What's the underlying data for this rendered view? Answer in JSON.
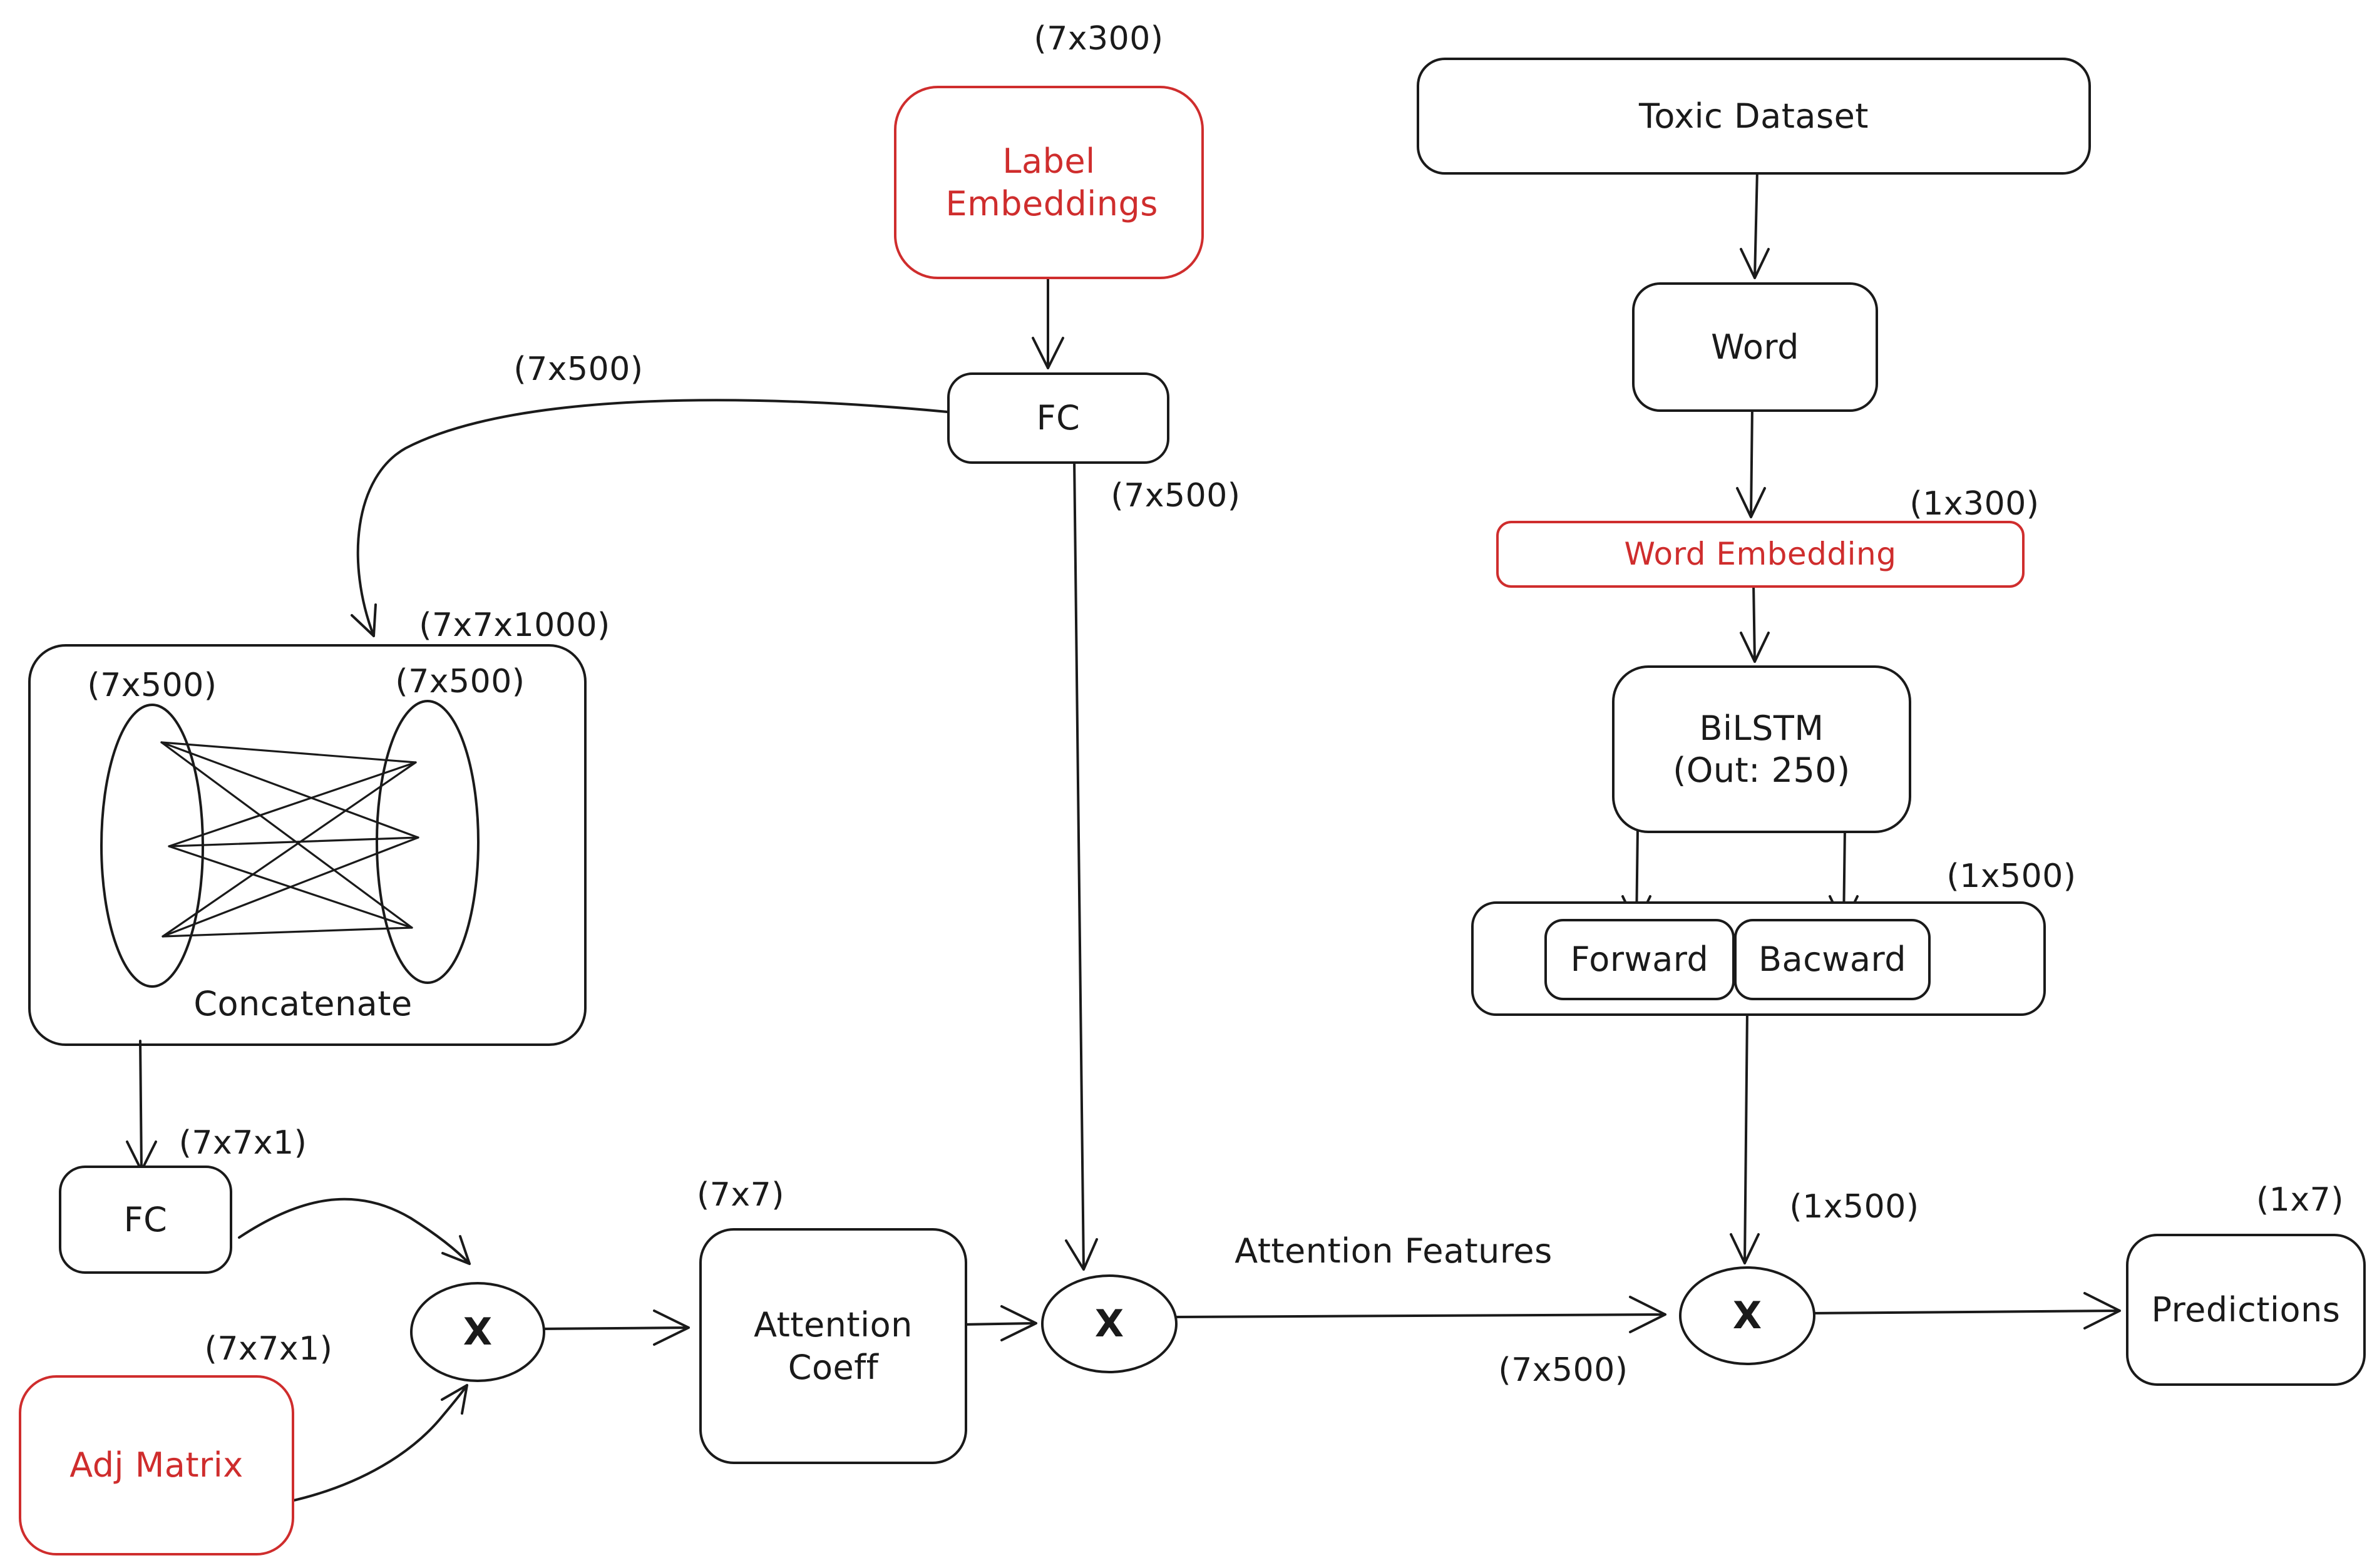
{
  "colors": {
    "ink": "#1a1a1a",
    "accent_red": "#cf2d2d",
    "background": "#ffffff"
  },
  "nodes": {
    "label_embeddings": {
      "label": "Label Embeddings"
    },
    "fc_top": {
      "label": "FC"
    },
    "concatenate": {
      "label": "Concatenate"
    },
    "fc_left": {
      "label": "FC"
    },
    "adj_matrix": {
      "label": "Adj Matrix"
    },
    "attention_coeff": {
      "label": "Attention Coeff"
    },
    "multiply_1": {
      "symbol": "X"
    },
    "multiply_2": {
      "symbol": "X"
    },
    "multiply_3": {
      "symbol": "X"
    },
    "toxic_dataset": {
      "label": "Toxic Dataset"
    },
    "word": {
      "label": "Word"
    },
    "word_embedding": {
      "label": "Word Embedding"
    },
    "bilstm": {
      "line1": "BiLSTM",
      "line2": "(Out: 250)"
    },
    "forward": {
      "label": "Forward"
    },
    "backward": {
      "label": "Bacward"
    },
    "predictions": {
      "label": "Predictions"
    }
  },
  "dims": {
    "label_embeddings_out": "(7x300)",
    "fc_skip": "(7x500)",
    "fc_down": "(7x500)",
    "concat_out": "(7x7x1000)",
    "concat_left": "(7x500)",
    "concat_right": "(7x500)",
    "fc_left_out": "(7x7x1)",
    "adj_matrix_out": "(7x7x1)",
    "attention_coeff_out": "(7x7)",
    "attention_features_out": "(7x500)",
    "word_embedding_out": "(1x300)",
    "bilstm_out": "(1x500)",
    "sentence_vector": "(1x500)",
    "predictions_out": "(1x7)"
  },
  "flow_labels": {
    "attention_features": "Attention Features"
  }
}
